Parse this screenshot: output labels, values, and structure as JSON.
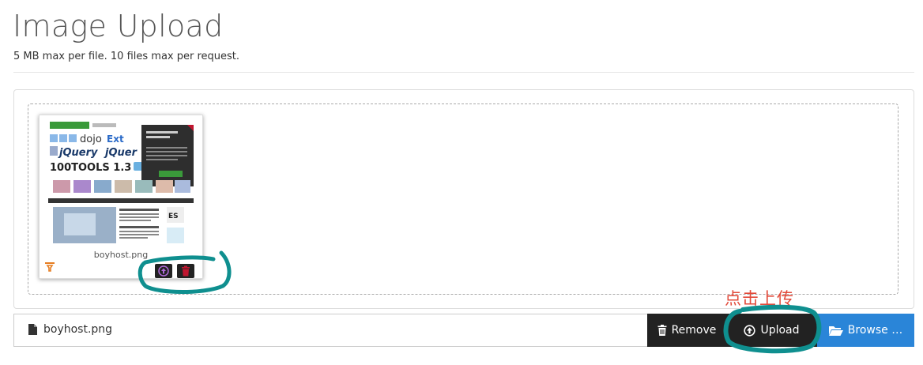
{
  "header": {
    "title": "Image Upload",
    "subtitle": "5 MB max per file. 10 files max per request."
  },
  "preview": {
    "file_caption": "boyhost.png"
  },
  "annotation": {
    "text": "点击上传",
    "color": "#e24a3a",
    "loop_color": "#0f8f8f"
  },
  "file_bar": {
    "file_name": "boyhost.png",
    "remove_label": "Remove",
    "upload_label": "Upload",
    "browse_label": "Browse …"
  },
  "colors": {
    "dark_button": "#222222",
    "browse_button": "#2a85d8",
    "drag_icon": "#e67e22",
    "upload_icon": "#b06ad9",
    "delete_icon": "#c0152f"
  }
}
